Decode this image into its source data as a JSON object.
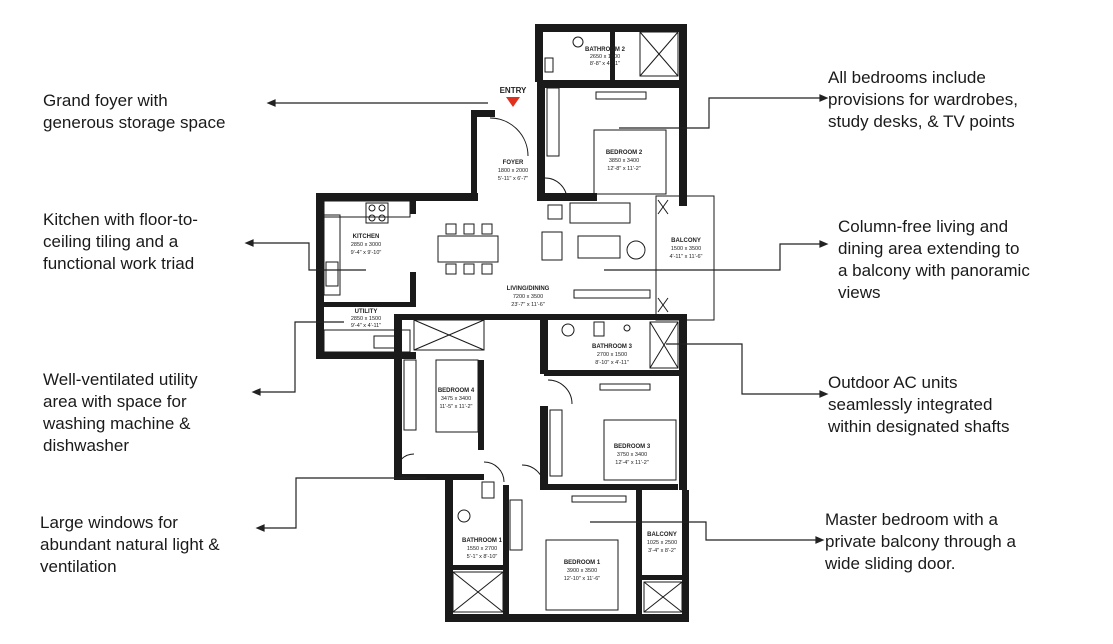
{
  "entry_label": "ENTRY",
  "colors": {
    "wall": "#1a1a1a",
    "entry_marker": "#e0301e",
    "leader": "#222222"
  },
  "callouts": {
    "foyer": [
      "Grand foyer with",
      "generous storage space"
    ],
    "bedrooms": [
      "All bedrooms include",
      "provisions for wardrobes,",
      "study desks, & TV points"
    ],
    "kitchen": [
      "Kitchen with floor-to-",
      "ceiling tiling and a",
      "functional work triad"
    ],
    "living": [
      "Column-free living and",
      "dining area extending to",
      "a balcony with panoramic",
      "views"
    ],
    "utility": [
      "Well-ventilated utility",
      "area with space for",
      "washing machine &",
      "dishwasher"
    ],
    "ac": [
      "Outdoor AC units",
      "seamlessly integrated",
      "within designated shafts"
    ],
    "windows": [
      "Large windows for",
      "abundant natural light &",
      "ventilation"
    ],
    "master": [
      "Master bedroom with a",
      "private balcony through a",
      "wide sliding door."
    ]
  },
  "rooms": {
    "bathroom2": {
      "name": "BATHROOM 2",
      "mm": "2650 x 1500",
      "ft": "8'-8\" x 4'-11\""
    },
    "bedroom2": {
      "name": "BEDROOM 2",
      "mm": "3850 x 3400",
      "ft": "12'-8\" x 11'-2\""
    },
    "foyer": {
      "name": "FOYER",
      "mm": "1800 x 2000",
      "ft": "5'-11\" x 6'-7\""
    },
    "kitchen": {
      "name": "KITCHEN",
      "mm": "2850 x 3000",
      "ft": "9'-4\" x 9'-10\""
    },
    "balcony_living": {
      "name": "BALCONY",
      "mm": "1500 x 3500",
      "ft": "4'-11\" x 11'-6\""
    },
    "living": {
      "name": "LIVING/DINING",
      "mm": "7200 x 3500",
      "ft": "23'-7\" x 11'-6\""
    },
    "utility": {
      "name": "UTILITY",
      "mm": "2850 x 1500",
      "ft": "9'-4\" x 4'-11\""
    },
    "bathroom3": {
      "name": "BATHROOM 3",
      "mm": "2700 x 1500",
      "ft": "8'-10\" x 4'-11\""
    },
    "bedroom4": {
      "name": "BEDROOM 4",
      "mm": "3475 x 3400",
      "ft": "11'-5\" x 11'-2\""
    },
    "bedroom3": {
      "name": "BEDROOM 3",
      "mm": "3750 x 3400",
      "ft": "12'-4\" x 11'-2\""
    },
    "bathroom1": {
      "name": "BATHROOM 1",
      "mm": "1550 x 2700",
      "ft": "5'-1\" x 8'-10\""
    },
    "bedroom1": {
      "name": "BEDROOM 1",
      "mm": "3900 x 3500",
      "ft": "12'-10\" x 11'-6\""
    },
    "balcony_master": {
      "name": "BALCONY",
      "mm": "1025 x 2500",
      "ft": "3'-4\" x 8'-2\""
    }
  }
}
